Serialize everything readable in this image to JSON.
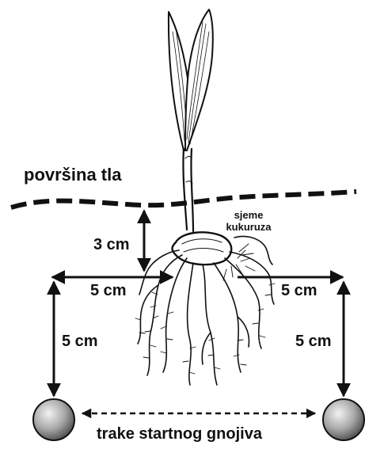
{
  "labels": {
    "soil_surface": "površina tla",
    "seed_line1": "sjeme",
    "seed_line2": "kukuruza",
    "depth": "3 cm",
    "horiz_left": "5 cm",
    "horiz_right": "5 cm",
    "vert_left": "5 cm",
    "vert_right": "5 cm",
    "fertilizer_bands": "trake startnog gnojiva"
  },
  "colors": {
    "ink": "#111111",
    "band_light": "#f2f2f2",
    "band_dark": "#5a5a5a",
    "background": "#ffffff"
  }
}
